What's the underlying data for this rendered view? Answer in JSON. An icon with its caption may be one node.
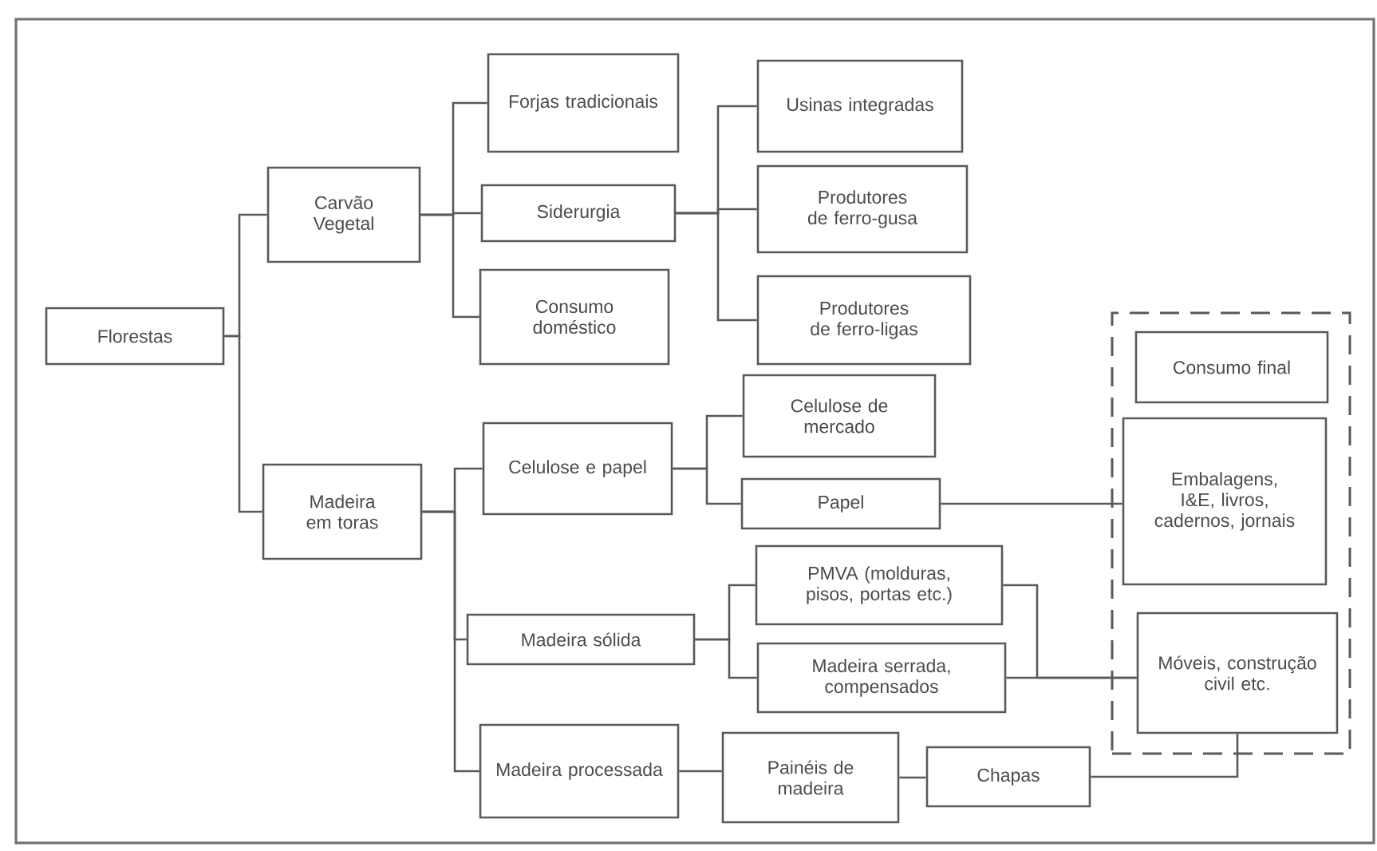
{
  "diagram": {
    "nodes": [
      {
        "text": [
          "Florestas"
        ]
      },
      {
        "text": [
          "Carvão Vegetal"
        ]
      },
      {
        "text": [
          "Madeira em toras"
        ]
      },
      {
        "text": [
          "Forjas tradicionais"
        ]
      },
      {
        "text": [
          "Siderurgia"
        ]
      },
      {
        "text": [
          "Consumo doméstico"
        ]
      },
      {
        "text": [
          "Usinas integradas"
        ]
      },
      {
        "text": [
          "Produtores de ferro-gusa"
        ]
      },
      {
        "text": [
          "Produtores de ferro-ligas"
        ]
      },
      {
        "text": [
          "Celulose e papel"
        ]
      },
      {
        "text": [
          "Celulose de mercado"
        ]
      },
      {
        "text": [
          "Papel"
        ]
      },
      {
        "text": [
          "Madeira sólida"
        ]
      },
      {
        "text": [
          "PMVA (molduras, pisos, portas etc.)"
        ]
      },
      {
        "text": [
          "Madeira serrada, compensados"
        ]
      },
      {
        "text": [
          "Madeira processada"
        ]
      },
      {
        "text": [
          "Painéis de madeira"
        ]
      },
      {
        "text": [
          "Chapas"
        ]
      },
      {
        "text": [],
        "shape": "box"
      },
      {
        "text": [
          "Consumo final"
        ],
        "in": 18
      },
      {
        "text": [
          "Embalagens, I&E, livros, cadernos, jornais"
        ],
        "in": 18
      },
      {
        "text": [
          "Móveis, construção civil etc."
        ],
        "in": 18
      }
    ],
    "edges": [
      {
        "from": 0,
        "to": 1,
        "arrow": "none"
      },
      {
        "from": 0,
        "to": 2,
        "arrow": "none"
      },
      {
        "from": 1,
        "to": 3,
        "arrow": "none"
      },
      {
        "from": 1,
        "to": 4,
        "arrow": "none"
      },
      {
        "from": 1,
        "to": 5,
        "arrow": "none"
      },
      {
        "from": 4,
        "to": 6,
        "arrow": "none"
      },
      {
        "from": 4,
        "to": 7,
        "arrow": "none"
      },
      {
        "from": 4,
        "to": 8,
        "arrow": "none"
      },
      {
        "from": 2,
        "to": 9,
        "arrow": "none"
      },
      {
        "from": 2,
        "to": 12,
        "arrow": "none"
      },
      {
        "from": 2,
        "to": 15,
        "arrow": "none"
      },
      {
        "from": 9,
        "to": 10,
        "arrow": "none"
      },
      {
        "from": 9,
        "to": 11,
        "arrow": "none"
      },
      {
        "from": 11,
        "to": 20,
        "arrow": "none"
      },
      {
        "from": 12,
        "to": 13,
        "arrow": "none"
      },
      {
        "from": 12,
        "to": 14,
        "arrow": "none"
      },
      {
        "from": 13,
        "to": 21,
        "arrow": "none"
      },
      {
        "from": 14,
        "to": 21,
        "arrow": "none"
      },
      {
        "from": 15,
        "to": 16,
        "arrow": "none"
      },
      {
        "from": 16,
        "to": 17,
        "arrow": "none"
      },
      {
        "from": 17,
        "to": 21,
        "arrow": "none"
      }
    ]
  }
}
